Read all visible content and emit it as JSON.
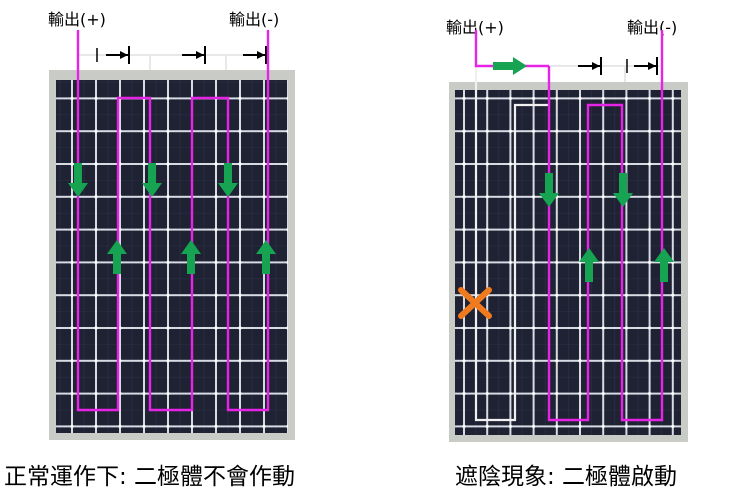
{
  "left_diagram": {
    "label_pos": "輸出(+)",
    "label_neg": "輸出(-)",
    "caption": "正常運作下: 二極體不會作動"
  },
  "right_diagram": {
    "label_pos": "輸出(+)",
    "label_neg": "輸出(-)",
    "caption": "遮陰現象: 二極體啟動"
  },
  "colors": {
    "frame": "#c9cbc6",
    "cell": "#1e2233",
    "gap": "#d8dbe4",
    "string": "#e623e6",
    "inactive_string": "#f0f0f0",
    "arrow": "#16a453",
    "connector": "#000000",
    "shade_mark": "#f07a1e"
  },
  "icons": {
    "flow_arrow": "green-arrow-icon",
    "shade_mark": "orange-x-icon",
    "diode_symbol": "bypass-diode-icon"
  }
}
